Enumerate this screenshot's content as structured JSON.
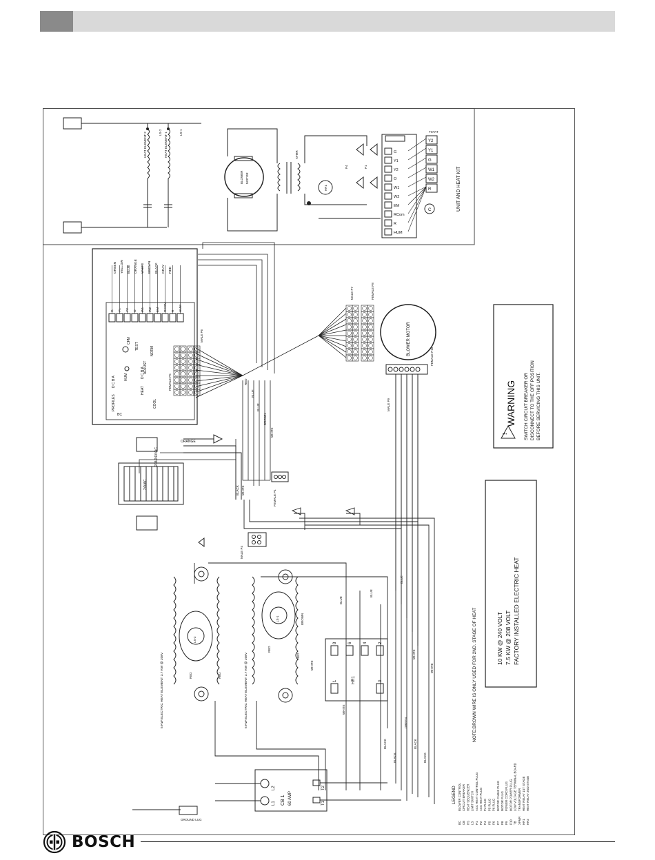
{
  "footer": {
    "brand": "BOSCH"
  },
  "kit_panel": {
    "title": "UNIT AND HEAT KIT",
    "tstat_label": "TSTAT"
  },
  "tstat_terminals": [
    "Y2",
    "Y1",
    "G",
    "W1",
    "W2",
    "R"
  ],
  "kit_board_terminals": [
    "G",
    "Y1",
    "Y2",
    "O",
    "W1",
    "W2",
    "EM",
    "RCom",
    "R",
    "HUM"
  ],
  "kit_labels": {
    "blower": "BLOWER",
    "motor": "MOTOR",
    "xfmr": "XFMR",
    "hr1": "HR1",
    "p4": "P4",
    "p1": "P1",
    "c": "C",
    "ls1": "LS-1",
    "ls2": "LS-2",
    "h1": "HEAT ELEMENT-1",
    "h2": "HEAT ELEMENT-2"
  },
  "bc_board": {
    "label": "BC",
    "terminals": [
      "G",
      "Y1",
      "Y2",
      "O",
      "W1",
      "W2",
      "EM",
      "RCOM",
      "R",
      "HUM"
    ],
    "wire_colors": [
      "GREEN",
      "YELLOW",
      "BLUE",
      "ORANGE",
      "WHITE",
      "BROWN",
      "BLACK",
      "GRAY",
      "RED"
    ],
    "text": {
      "cfm": "CFM",
      "test": "TEST",
      "adjust": "ADJUST",
      "norm": "NORM",
      "hum": "HUM",
      "heat": "HEAT",
      "cool": "COOL",
      "profiles": "PROFILES",
      "female_p5": "FEMALE P5",
      "male_p6": "MALE P6",
      "letters": "D C B A"
    }
  },
  "blower_motor": {
    "label": "BLOWER MOTOR",
    "male_p7": "MALE P7",
    "female_p8": "FEMALE P8",
    "male_p9": "MALE P9",
    "female_p10": "FEMALE P10"
  },
  "transformer": {
    "primary": "208/240VAC",
    "secondary": "24VAC",
    "orange": "ORANGE"
  },
  "female_p1": "FEMALE P1",
  "male_p4": "MALE P4",
  "wire_labels": {
    "red": "RED",
    "blue": "BLUE",
    "brown": "BROWN",
    "white": "WHITE",
    "black": "BLACK",
    "green": "GREEN"
  },
  "heat_elements": [
    {
      "label": "5 KW ELECTRIC HEAT ELEMENT 3.7 KW @ 208V",
      "limit": "LS-2"
    },
    {
      "label": "5 KW ELECTRIC HEAT ELEMENT 3.7 KW @ 208V",
      "limit": "LS-1"
    }
  ],
  "hr1": {
    "label": "HR1",
    "terminals": [
      "8",
      "6",
      "4",
      "2",
      "1",
      "0"
    ]
  },
  "breaker": {
    "label": "CB 1",
    "rating": "60 AMP",
    "l1": "L1",
    "l2": "L2",
    "t1": "T1",
    "t2": "T2",
    "ground_lug": "GROUND LUG"
  },
  "note": "NOTE:BROWN WIRE IS ONLY USED FOR 2ND. STAGE OF HEAT",
  "rating_box": {
    "line1": "10 KW @ 240 VOLT",
    "line2": "7.5 KW @ 208 VOLT",
    "line3": "FACTORY INSTALLED ELECTRIC HEAT"
  },
  "warning": {
    "title": "WARNING",
    "line1": "SWITCH CIRCUIT BREAKER OR",
    "line2": "DISCONNECT TO THE OFF POSITION",
    "line3": "BEFORE SERVICING THIS UNIT."
  },
  "legend": {
    "title": "LEGEND",
    "items": [
      {
        "code": "BC",
        "desc": "BLOWER CONTROL"
      },
      {
        "code": "CB",
        "desc": "CIRCUIT BREAKER"
      },
      {
        "code": "HS",
        "desc": "HEAT SEQUENCER"
      },
      {
        "code": "LS",
        "desc": "LIMIT SWITCH"
      },
      {
        "code": "P1",
        "desc": "ACC HEAT CONTROL PLUG"
      },
      {
        "code": "P2",
        "desc": "ACC HEAT PLUG"
      },
      {
        "code": "P4",
        "desc": "P4 PLUG"
      },
      {
        "code": "P5",
        "desc": "P5 PLUG"
      },
      {
        "code": "P6",
        "desc": "P6 PLUG"
      },
      {
        "code": "P7",
        "desc": "MOTOR CABLE PLUG"
      },
      {
        "code": "P8",
        "desc": "MOTOR PLUG"
      },
      {
        "code": "P9",
        "desc": "POWER CORD PLUG"
      },
      {
        "code": "P10",
        "desc": "MOTOR POWER PLUG"
      },
      {
        "code": "TB",
        "desc": "LOW VOLTAGE TERMINAL BOARD"
      },
      {
        "code": "XFMR",
        "desc": "TRANSFORMER"
      },
      {
        "code": "HR1",
        "desc": "HEAT RELAY 1ST STAGE"
      },
      {
        "code": "HR2",
        "desc": "HEAT RELAY 2ND STAGE"
      }
    ]
  }
}
